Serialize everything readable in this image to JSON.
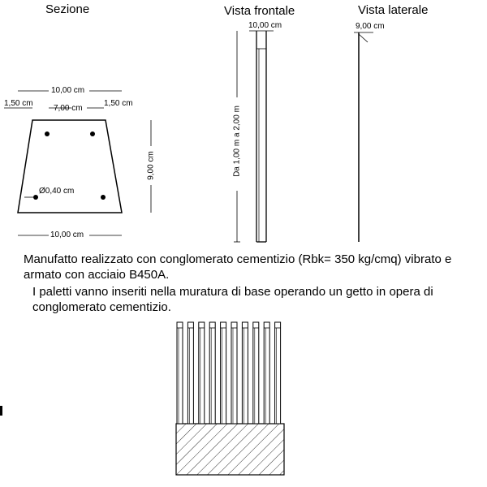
{
  "titles": {
    "section": "Sezione",
    "front": "Vista frontale",
    "side": "Vista laterale"
  },
  "section": {
    "top_width": "10,00 cm",
    "left_offset": "1,50 cm",
    "inner_width": "7,00 cm",
    "right_offset": "1,50 cm",
    "height": "9,00 cm",
    "bar_diameter": "Ø0,40 cm",
    "bottom_width": "10,00 cm"
  },
  "front_view": {
    "width": "10,00 cm",
    "height_range": "Da 1,00 m a 2,00 m"
  },
  "side_view": {
    "width": "9,00 cm"
  },
  "text": {
    "line1": "Manufatto realizzato con conglomerato cementizio (Rbk= 350 kg/cmq) vibrato e",
    "line2": "armato con acciaio B450A.",
    "line3": "I paletti vanno inseriti nella muratura di base operando un getto in opera di",
    "line4": "conglomerato cementizio."
  },
  "fence": {
    "post_count": 10
  }
}
